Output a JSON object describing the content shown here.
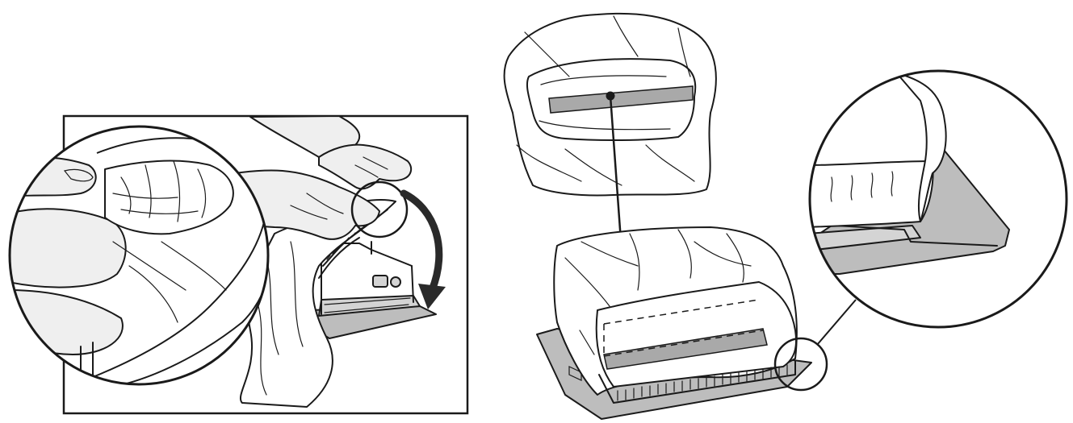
{
  "figure": {
    "panels": [
      {
        "id": "left-panel",
        "subject": "hands-fitting-elastic-cover-onto-filter-frame"
      },
      {
        "id": "right-panel",
        "subject": "cover-with-strip-placed-over-filter-unit"
      }
    ],
    "colors": {
      "line": "#1a1a1a",
      "fill_white": "#ffffff",
      "fill_skin": "#efefef",
      "fill_plate": "#bdbdbd",
      "fill_band": "#a9a9a9"
    },
    "icons": [
      "rotation-arrow-icon",
      "magnifier-callout-icon",
      "leader-line-icon"
    ]
  }
}
